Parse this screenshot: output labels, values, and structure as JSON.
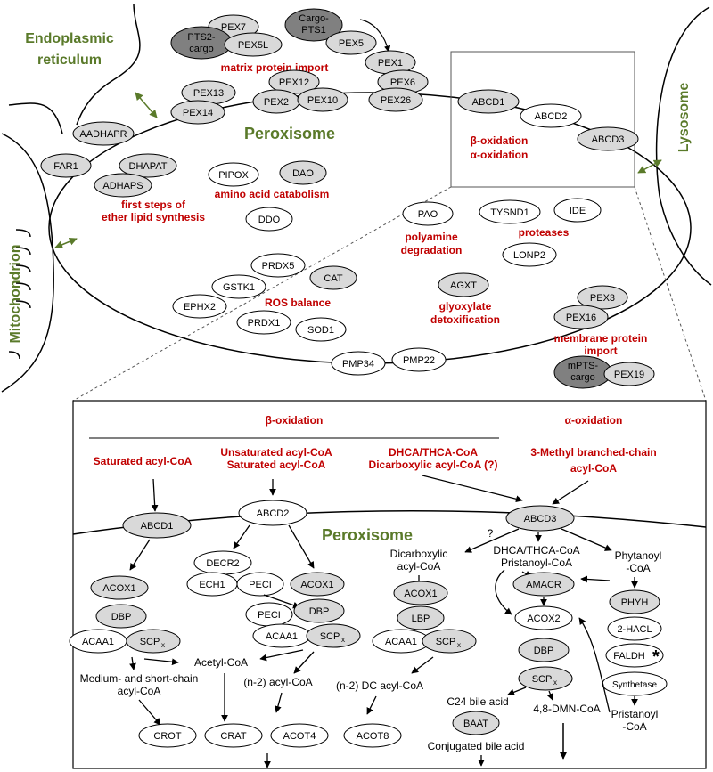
{
  "compartments": {
    "er": [
      "Endoplasmic",
      "reticulum"
    ],
    "lysosome": "Lysosome",
    "mitochondrion": "Mitochondrion",
    "peroxisome": "Peroxisome",
    "peroxisome_inset": "Peroxisome"
  },
  "functions": {
    "matrix_import": "matrix protein import",
    "beta_ox": "β-oxidation",
    "alpha_ox": "α-oxidation",
    "aa_catabolism": "amino acid catabolism",
    "ether_lipid": [
      "first steps of",
      "ether lipid synthesis"
    ],
    "polyamine": [
      "polyamine",
      "degradation"
    ],
    "proteases": "proteases",
    "ros": "ROS balance",
    "glyoxylate": [
      "glyoxylate",
      "detoxification"
    ],
    "membrane_import": [
      "membrane protein",
      "import"
    ]
  },
  "proteins": {
    "pex7": "PEX7",
    "pts2": [
      "PTS2-",
      "cargo"
    ],
    "pex5l": "PEX5L",
    "cargo_pts1": [
      "Cargo-",
      "PTS1"
    ],
    "pex5": "PEX5",
    "pex1": "PEX1",
    "pex6": "PEX6",
    "pex26": "PEX26",
    "pex12": "PEX12",
    "pex2": "PEX2",
    "pex10": "PEX10",
    "pex13": "PEX13",
    "pex14": "PEX14",
    "aadhapr": "AADHAPR",
    "far1": "FAR1",
    "dhapat": "DHAPAT",
    "adhaps": "ADHAPS",
    "pipox": "PIPOX",
    "dao": "DAO",
    "ddo": "DDO",
    "abcd1": "ABCD1",
    "abcd2": "ABCD2",
    "abcd3": "ABCD3",
    "pao": "PAO",
    "tysnd1": "TYSND1",
    "ide": "IDE",
    "lonp2": "LONP2",
    "prdx5": "PRDX5",
    "cat": "CAT",
    "gstk1": "GSTK1",
    "ephx2": "EPHX2",
    "prdx1": "PRDX1",
    "sod1": "SOD1",
    "agxt": "AGXT",
    "pex3": "PEX3",
    "pex16": "PEX16",
    "mpts": [
      "mPTS-",
      "cargo"
    ],
    "pex19": "PEX19",
    "pmp34": "PMP34",
    "pmp22": "PMP22"
  },
  "inset": {
    "beta_header": "β-oxidation",
    "alpha_header": "α-oxidation",
    "sat_acyl": "Saturated acyl-CoA",
    "unsat_acyl": [
      "Unsaturated acyl-CoA",
      "Saturated acyl-CoA"
    ],
    "dhca": [
      "DHCA/THCA-CoA",
      "Dicarboxylic acyl-CoA (?)"
    ],
    "methyl": [
      "3-Methyl branched-chain",
      "acyl-CoA"
    ],
    "question": "?",
    "abcd1": "ABCD1",
    "abcd2": "ABCD2",
    "abcd3": "ABCD3",
    "decr2": "DECR2",
    "ech1": "ECH1",
    "peci": "PECI",
    "peci2": "PECI",
    "acox1_a": "ACOX1",
    "acox1_b": "ACOX1",
    "acox1_c": "ACOX1",
    "dbp_a": "DBP",
    "dbp_b": "DBP",
    "dbp_c": "DBP",
    "lbp": "LBP",
    "acaa1_a": "ACAA1",
    "acaa1_b": "ACAA1",
    "acaa1_c": "ACAA1",
    "scp": "SCP",
    "scp_sub": "x",
    "dicarb": [
      "Dicarboxylic",
      "acyl-CoA"
    ],
    "dhca_pris": [
      "DHCA/THCA-CoA",
      "Pristanoyl-CoA"
    ],
    "phytanoyl": [
      "Phytanoyl",
      "-CoA"
    ],
    "amacr": "AMACR",
    "acox2": "ACOX2",
    "phyh": "PHYH",
    "hacl": "2-HACL",
    "faldh": "FALDH",
    "asterisk": "*",
    "synthetase": "Synthetase",
    "pristanoyl": [
      "Pristanoyl",
      "-CoA"
    ],
    "acetyl": "Acetyl-CoA",
    "medium": [
      "Medium- and short-chain",
      "acyl-CoA"
    ],
    "n2acyl": "(n-2) acyl-CoA",
    "n2dc": "(n-2) DC acyl-CoA",
    "c24": "C24 bile acid",
    "baat": "BAAT",
    "dmn": "4,8-DMN-CoA",
    "conj": "Conjugated bile acid",
    "crot": "CROT",
    "crat": "CRAT",
    "acot4": "ACOT4",
    "acot8": "ACOT8"
  },
  "colors": {
    "function": "#c00000",
    "compartment": "#5a7a2a",
    "dark": "#808080",
    "light": "#d9d9d9",
    "white": "#ffffff"
  }
}
